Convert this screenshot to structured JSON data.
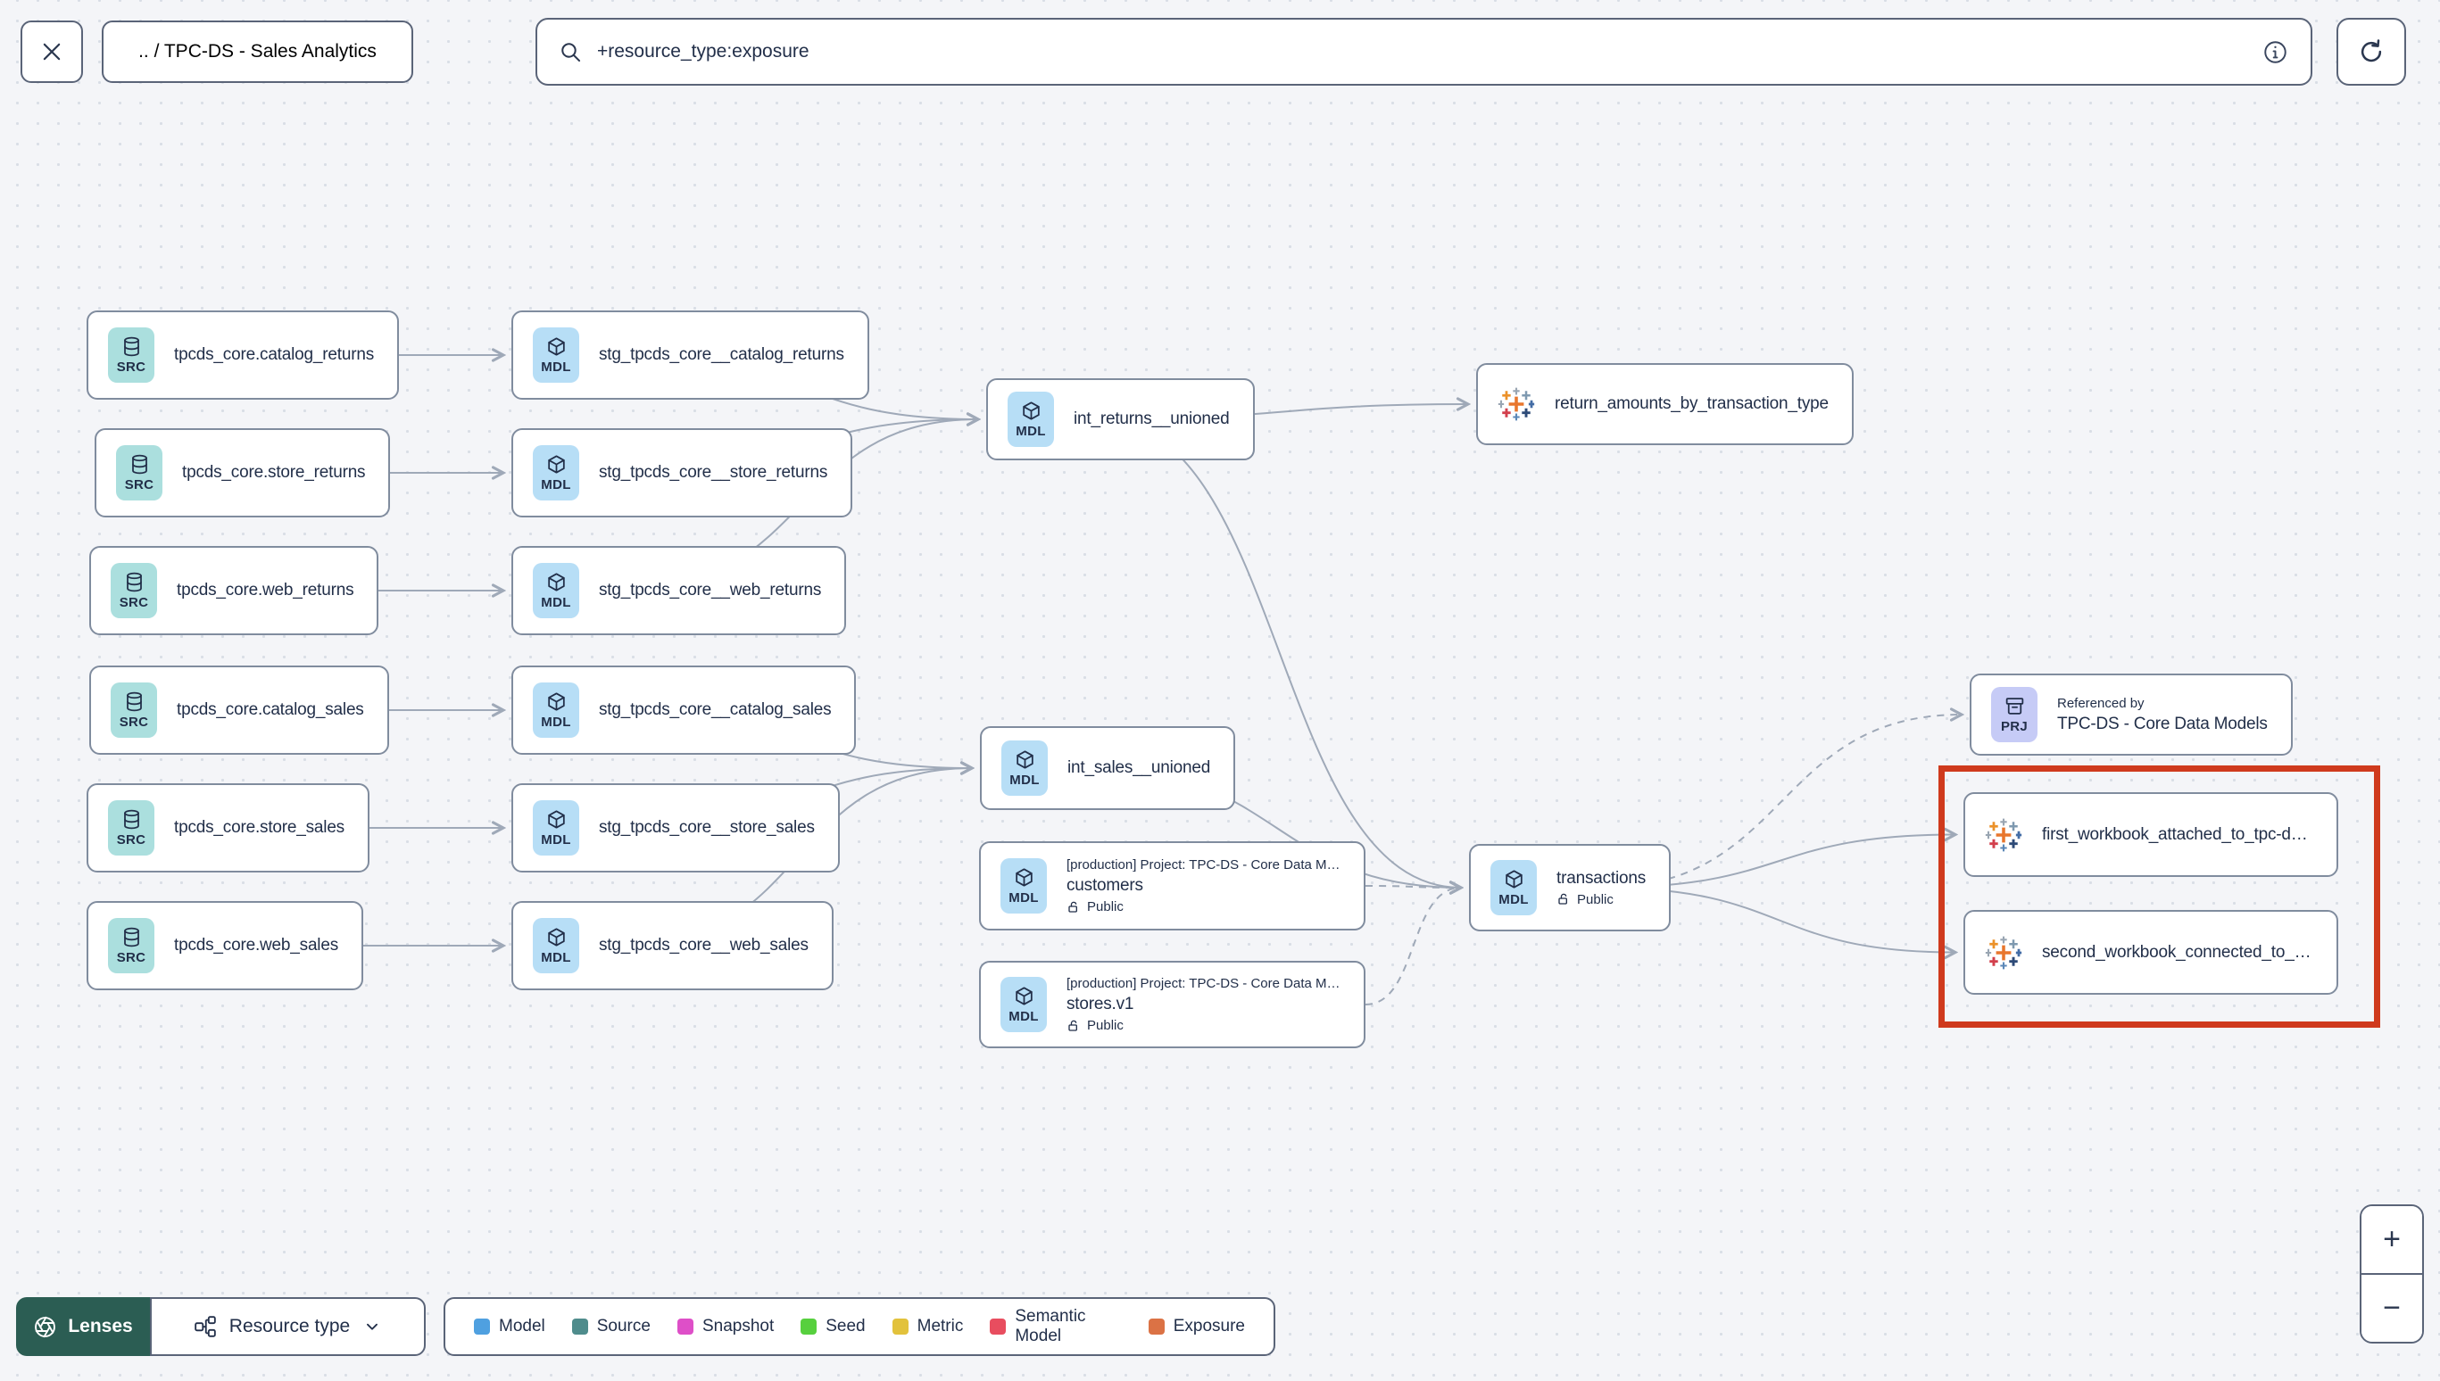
{
  "toolbar": {
    "breadcrumb": ".. / TPC-DS - Sales Analytics",
    "search_value": "+resource_type:exposure"
  },
  "icons": {
    "close": "x-icon",
    "search": "magnifier-icon",
    "info": "info-circle-icon",
    "refresh": "rotate-clockwise-icon",
    "source": "database-icon",
    "model": "cube-icon",
    "project": "archive-box-icon",
    "exposure": "tableau-pluses-icon",
    "public": "lock-open-icon",
    "lenses": "aperture-icon",
    "resource_type": "sitemap-icon",
    "dropdown": "chevron-down-icon",
    "zoom_in": "plus-icon",
    "zoom_out": "minus-icon"
  },
  "colors": {
    "highlight_box": "#CF3A1D",
    "edge": "#9FA9B8",
    "source_chip": "#ABDFDE",
    "model_chip": "#B7DEF6",
    "project_chip": "#C6CBF6",
    "lenses_bg": "#2B5D53"
  },
  "graph": {
    "nodes": [
      {
        "id": "src_catalog_returns",
        "type": "source",
        "type_label": "SRC",
        "label": "tpcds_core.catalog_returns"
      },
      {
        "id": "src_store_returns",
        "type": "source",
        "type_label": "SRC",
        "label": "tpcds_core.store_returns"
      },
      {
        "id": "src_web_returns",
        "type": "source",
        "type_label": "SRC",
        "label": "tpcds_core.web_returns"
      },
      {
        "id": "src_catalog_sales",
        "type": "source",
        "type_label": "SRC",
        "label": "tpcds_core.catalog_sales"
      },
      {
        "id": "src_store_sales",
        "type": "source",
        "type_label": "SRC",
        "label": "tpcds_core.store_sales"
      },
      {
        "id": "src_web_sales",
        "type": "source",
        "type_label": "SRC",
        "label": "tpcds_core.web_sales"
      },
      {
        "id": "stg_catalog_returns",
        "type": "model",
        "type_label": "MDL",
        "label": "stg_tpcds_core__catalog_returns"
      },
      {
        "id": "stg_store_returns",
        "type": "model",
        "type_label": "MDL",
        "label": "stg_tpcds_core__store_returns"
      },
      {
        "id": "stg_web_returns",
        "type": "model",
        "type_label": "MDL",
        "label": "stg_tpcds_core__web_returns"
      },
      {
        "id": "stg_catalog_sales",
        "type": "model",
        "type_label": "MDL",
        "label": "stg_tpcds_core__catalog_sales"
      },
      {
        "id": "stg_store_sales",
        "type": "model",
        "type_label": "MDL",
        "label": "stg_tpcds_core__store_sales"
      },
      {
        "id": "stg_web_sales",
        "type": "model",
        "type_label": "MDL",
        "label": "stg_tpcds_core__web_sales"
      },
      {
        "id": "int_returns",
        "type": "model",
        "type_label": "MDL",
        "label": "int_returns__unioned"
      },
      {
        "id": "int_sales",
        "type": "model",
        "type_label": "MDL",
        "label": "int_sales__unioned"
      },
      {
        "id": "customers",
        "type": "model",
        "type_label": "MDL",
        "header": "[production] Project: TPC-DS - Core Data Mo…",
        "label": "customers",
        "badge": "Public"
      },
      {
        "id": "stores",
        "type": "model",
        "type_label": "MDL",
        "header": "[production] Project: TPC-DS - Core Data Mo…",
        "label": "stores.v1",
        "badge": "Public"
      },
      {
        "id": "transactions",
        "type": "model",
        "type_label": "MDL",
        "label": "transactions",
        "badge": "Public"
      },
      {
        "id": "exp_return_amounts",
        "type": "exposure",
        "label": "return_amounts_by_transaction_type"
      },
      {
        "id": "prj_ref",
        "type": "project",
        "type_label": "PRJ",
        "header": "Referenced by",
        "label": "TPC-DS - Core Data Models"
      },
      {
        "id": "exp_first",
        "type": "exposure",
        "label": "first_workbook_attached_to_tpc-ds_-_…"
      },
      {
        "id": "exp_second",
        "type": "exposure",
        "label": "second_workbook_connected_to_live…"
      }
    ],
    "edges": [
      {
        "from": "src_catalog_returns",
        "to": "stg_catalog_returns",
        "style": "solid"
      },
      {
        "from": "src_store_returns",
        "to": "stg_store_returns",
        "style": "solid"
      },
      {
        "from": "src_web_returns",
        "to": "stg_web_returns",
        "style": "solid"
      },
      {
        "from": "src_catalog_sales",
        "to": "stg_catalog_sales",
        "style": "solid"
      },
      {
        "from": "src_store_sales",
        "to": "stg_store_sales",
        "style": "solid"
      },
      {
        "from": "src_web_sales",
        "to": "stg_web_sales",
        "style": "solid"
      },
      {
        "from": "stg_catalog_returns",
        "to": "int_returns",
        "style": "solid"
      },
      {
        "from": "stg_store_returns",
        "to": "int_returns",
        "style": "solid"
      },
      {
        "from": "stg_web_returns",
        "to": "int_returns",
        "style": "solid"
      },
      {
        "from": "stg_catalog_sales",
        "to": "int_sales",
        "style": "solid"
      },
      {
        "from": "stg_store_sales",
        "to": "int_sales",
        "style": "solid"
      },
      {
        "from": "stg_web_sales",
        "to": "int_sales",
        "style": "solid"
      },
      {
        "from": "int_returns",
        "to": "exp_return_amounts",
        "style": "solid"
      },
      {
        "from": "int_returns",
        "to": "transactions",
        "style": "solid"
      },
      {
        "from": "int_sales",
        "to": "transactions",
        "style": "solid"
      },
      {
        "from": "customers",
        "to": "transactions",
        "style": "dashed"
      },
      {
        "from": "stores",
        "to": "transactions",
        "style": "dashed"
      },
      {
        "from": "transactions",
        "to": "prj_ref",
        "style": "dashed"
      },
      {
        "from": "transactions",
        "to": "exp_first",
        "style": "solid"
      },
      {
        "from": "transactions",
        "to": "exp_second",
        "style": "solid"
      }
    ]
  },
  "footer": {
    "lenses_label": "Lenses",
    "resource_type_label": "Resource type",
    "legend": [
      {
        "label": "Model",
        "color": "#4FA0E0"
      },
      {
        "label": "Source",
        "color": "#4F8C8C"
      },
      {
        "label": "Snapshot",
        "color": "#DE4FC8"
      },
      {
        "label": "Seed",
        "color": "#57D03E"
      },
      {
        "label": "Metric",
        "color": "#E2C23C"
      },
      {
        "label": "Semantic Model",
        "color": "#E84D5F"
      },
      {
        "label": "Exposure",
        "color": "#DB7245"
      }
    ]
  },
  "zoom_controls": {
    "zoom_in": "+",
    "zoom_out": "−"
  }
}
